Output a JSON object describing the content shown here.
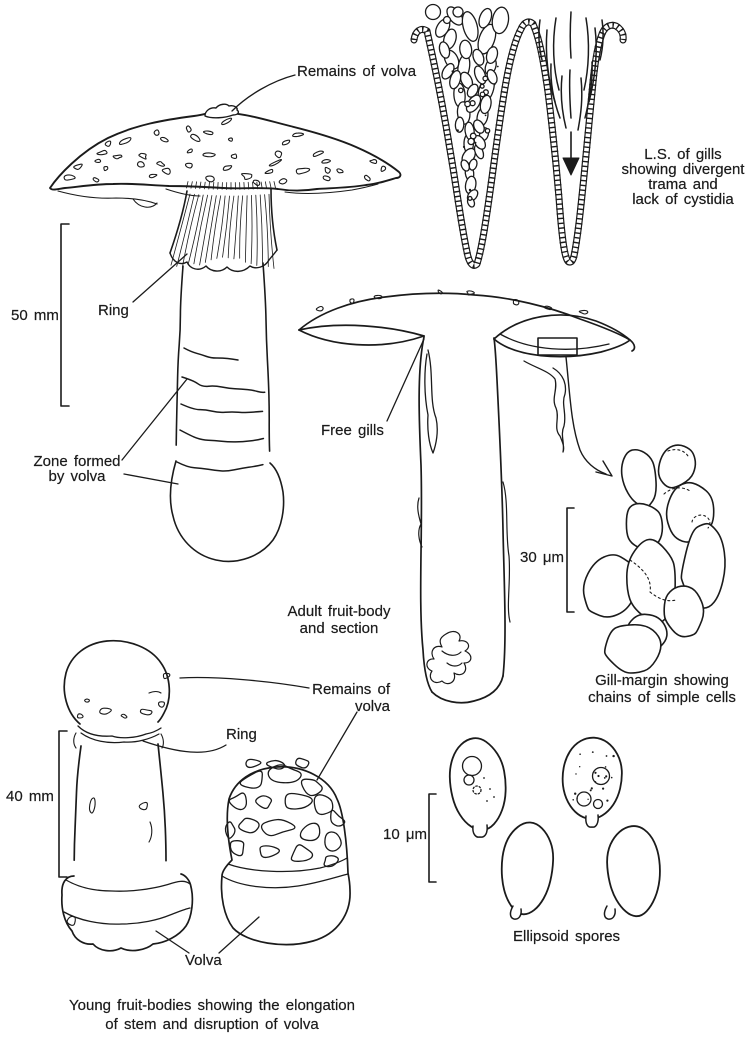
{
  "figure": {
    "type": "botanical-line-illustration",
    "subject": "Amanita fruit-body development, gill section and spores",
    "background_color": "#ffffff",
    "ink_color": "#1b1b1b",
    "labels": {
      "remains_of_volva_top": "Remains of volva",
      "scale_50mm": "50 mm",
      "ring_top": "Ring",
      "zone_formed_by_volva": "Zone formed\nby volva",
      "ls_of_gills": "L.S. of gills\nshowing divergent\ntrama and\nlack of cystidia",
      "free_gills": "Free gills",
      "adult_fruit_body": "Adult fruit-body\nand section",
      "scale_30um": "30 μm",
      "gill_margin": "Gill-margin showing\nchains of simple cells",
      "remains_of_volva_bottom": "Remains of\nvolva",
      "ring_bottom": "Ring",
      "scale_40mm": "40 mm",
      "volva_bottom": "Volva",
      "scale_10um": "10 μm",
      "ellipsoid_spores": "Ellipsoid spores",
      "caption": "Young fruit-bodies showing the elongation\nof stem and disruption of volva"
    }
  }
}
